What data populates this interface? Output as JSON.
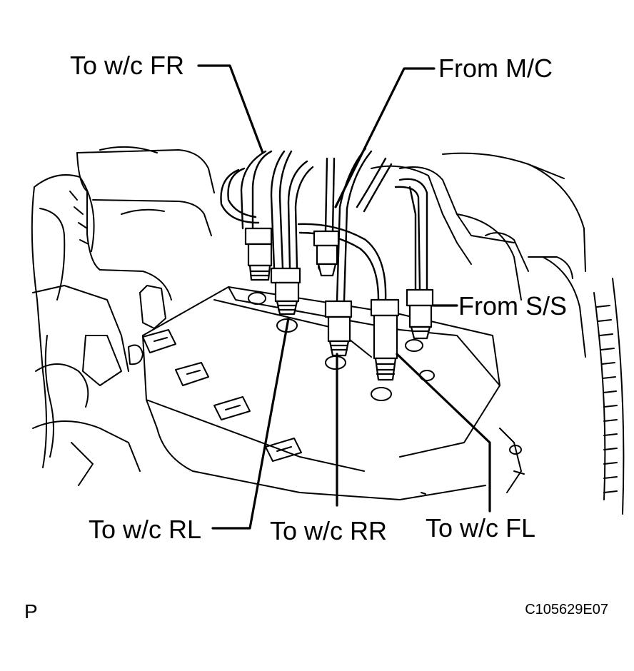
{
  "labels": {
    "to_wc_fr": "To w/c FR",
    "from_mc": "From M/C",
    "from_ss": "From S/S",
    "to_wc_rl": "To w/c RL",
    "to_wc_rr": "To w/c RR",
    "to_wc_fl": "To w/c FL"
  },
  "corner": {
    "view_code": "P",
    "figure_id": "C105629E07"
  },
  "colors": {
    "ink": "#000000",
    "paper": "#ffffff"
  }
}
